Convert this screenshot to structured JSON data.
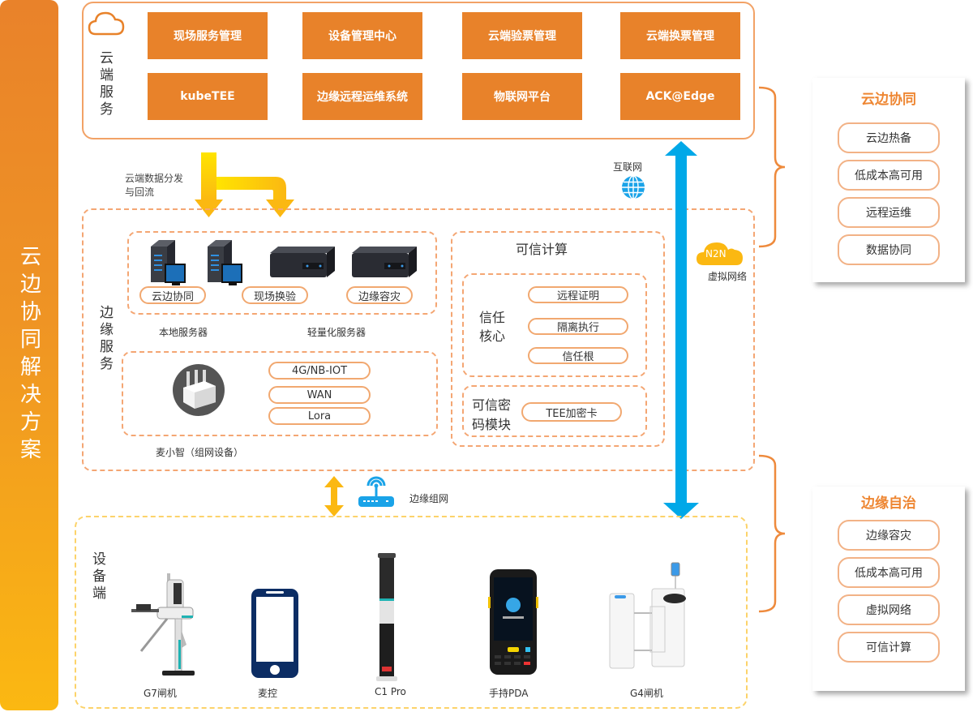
{
  "title": "云边协同解决方案",
  "cloud": {
    "label": "云端服务",
    "services": [
      {
        "label": "现场服务管理"
      },
      {
        "label": "设备管理中心"
      },
      {
        "label": "云端验票管理"
      },
      {
        "label": "云端换票管理"
      },
      {
        "label": "kubeTEE"
      },
      {
        "label": "边缘远程运维系统"
      },
      {
        "label": "物联网平台"
      },
      {
        "label": "ACK@Edge"
      }
    ]
  },
  "flow": {
    "line1": "云端数据分发",
    "line2": "与回流"
  },
  "internet": {
    "label": "互联网"
  },
  "n2n": {
    "badge": "N2N",
    "label": "虚拟网络"
  },
  "edge": {
    "label": "边缘服务",
    "servers": {
      "tags": [
        "云边协同",
        "现场换验",
        "边缘容灾"
      ],
      "local_caption": "本地服务器",
      "light_caption": "轻量化服务器"
    },
    "network": {
      "protocols": [
        "4G/NB-IOT",
        "WAN",
        "Lora"
      ],
      "caption": "麦小智（组网设备）"
    },
    "trust": {
      "title": "可信计算",
      "core_label_1": "信任",
      "core_label_2": "核心",
      "core_items": [
        "远程证明",
        "隔离执行",
        "信任根"
      ],
      "crypto_label_1": "可信密",
      "crypto_label_2": "码模块",
      "crypto_item": "TEE加密卡"
    }
  },
  "edge_network": {
    "label": "边缘组网"
  },
  "devices": {
    "label": "设备端",
    "items": [
      {
        "label": "G7闸机"
      },
      {
        "label": "麦控"
      },
      {
        "label": "C1 Pro"
      },
      {
        "label": "手持PDA"
      },
      {
        "label": "G4闸机"
      }
    ]
  },
  "cards": [
    {
      "title": "云边协同",
      "items": [
        "云边热备",
        "低成本高可用",
        "远程运维",
        "数据协同"
      ]
    },
    {
      "title": "边缘自治",
      "items": [
        "边缘容灾",
        "低成本高可用",
        "虚拟网络",
        "可信计算"
      ]
    }
  ],
  "colors": {
    "orange": "#e8822a",
    "blue": "#00a8e8",
    "yellow": "#fbb812",
    "navy": "#0c2d64"
  }
}
